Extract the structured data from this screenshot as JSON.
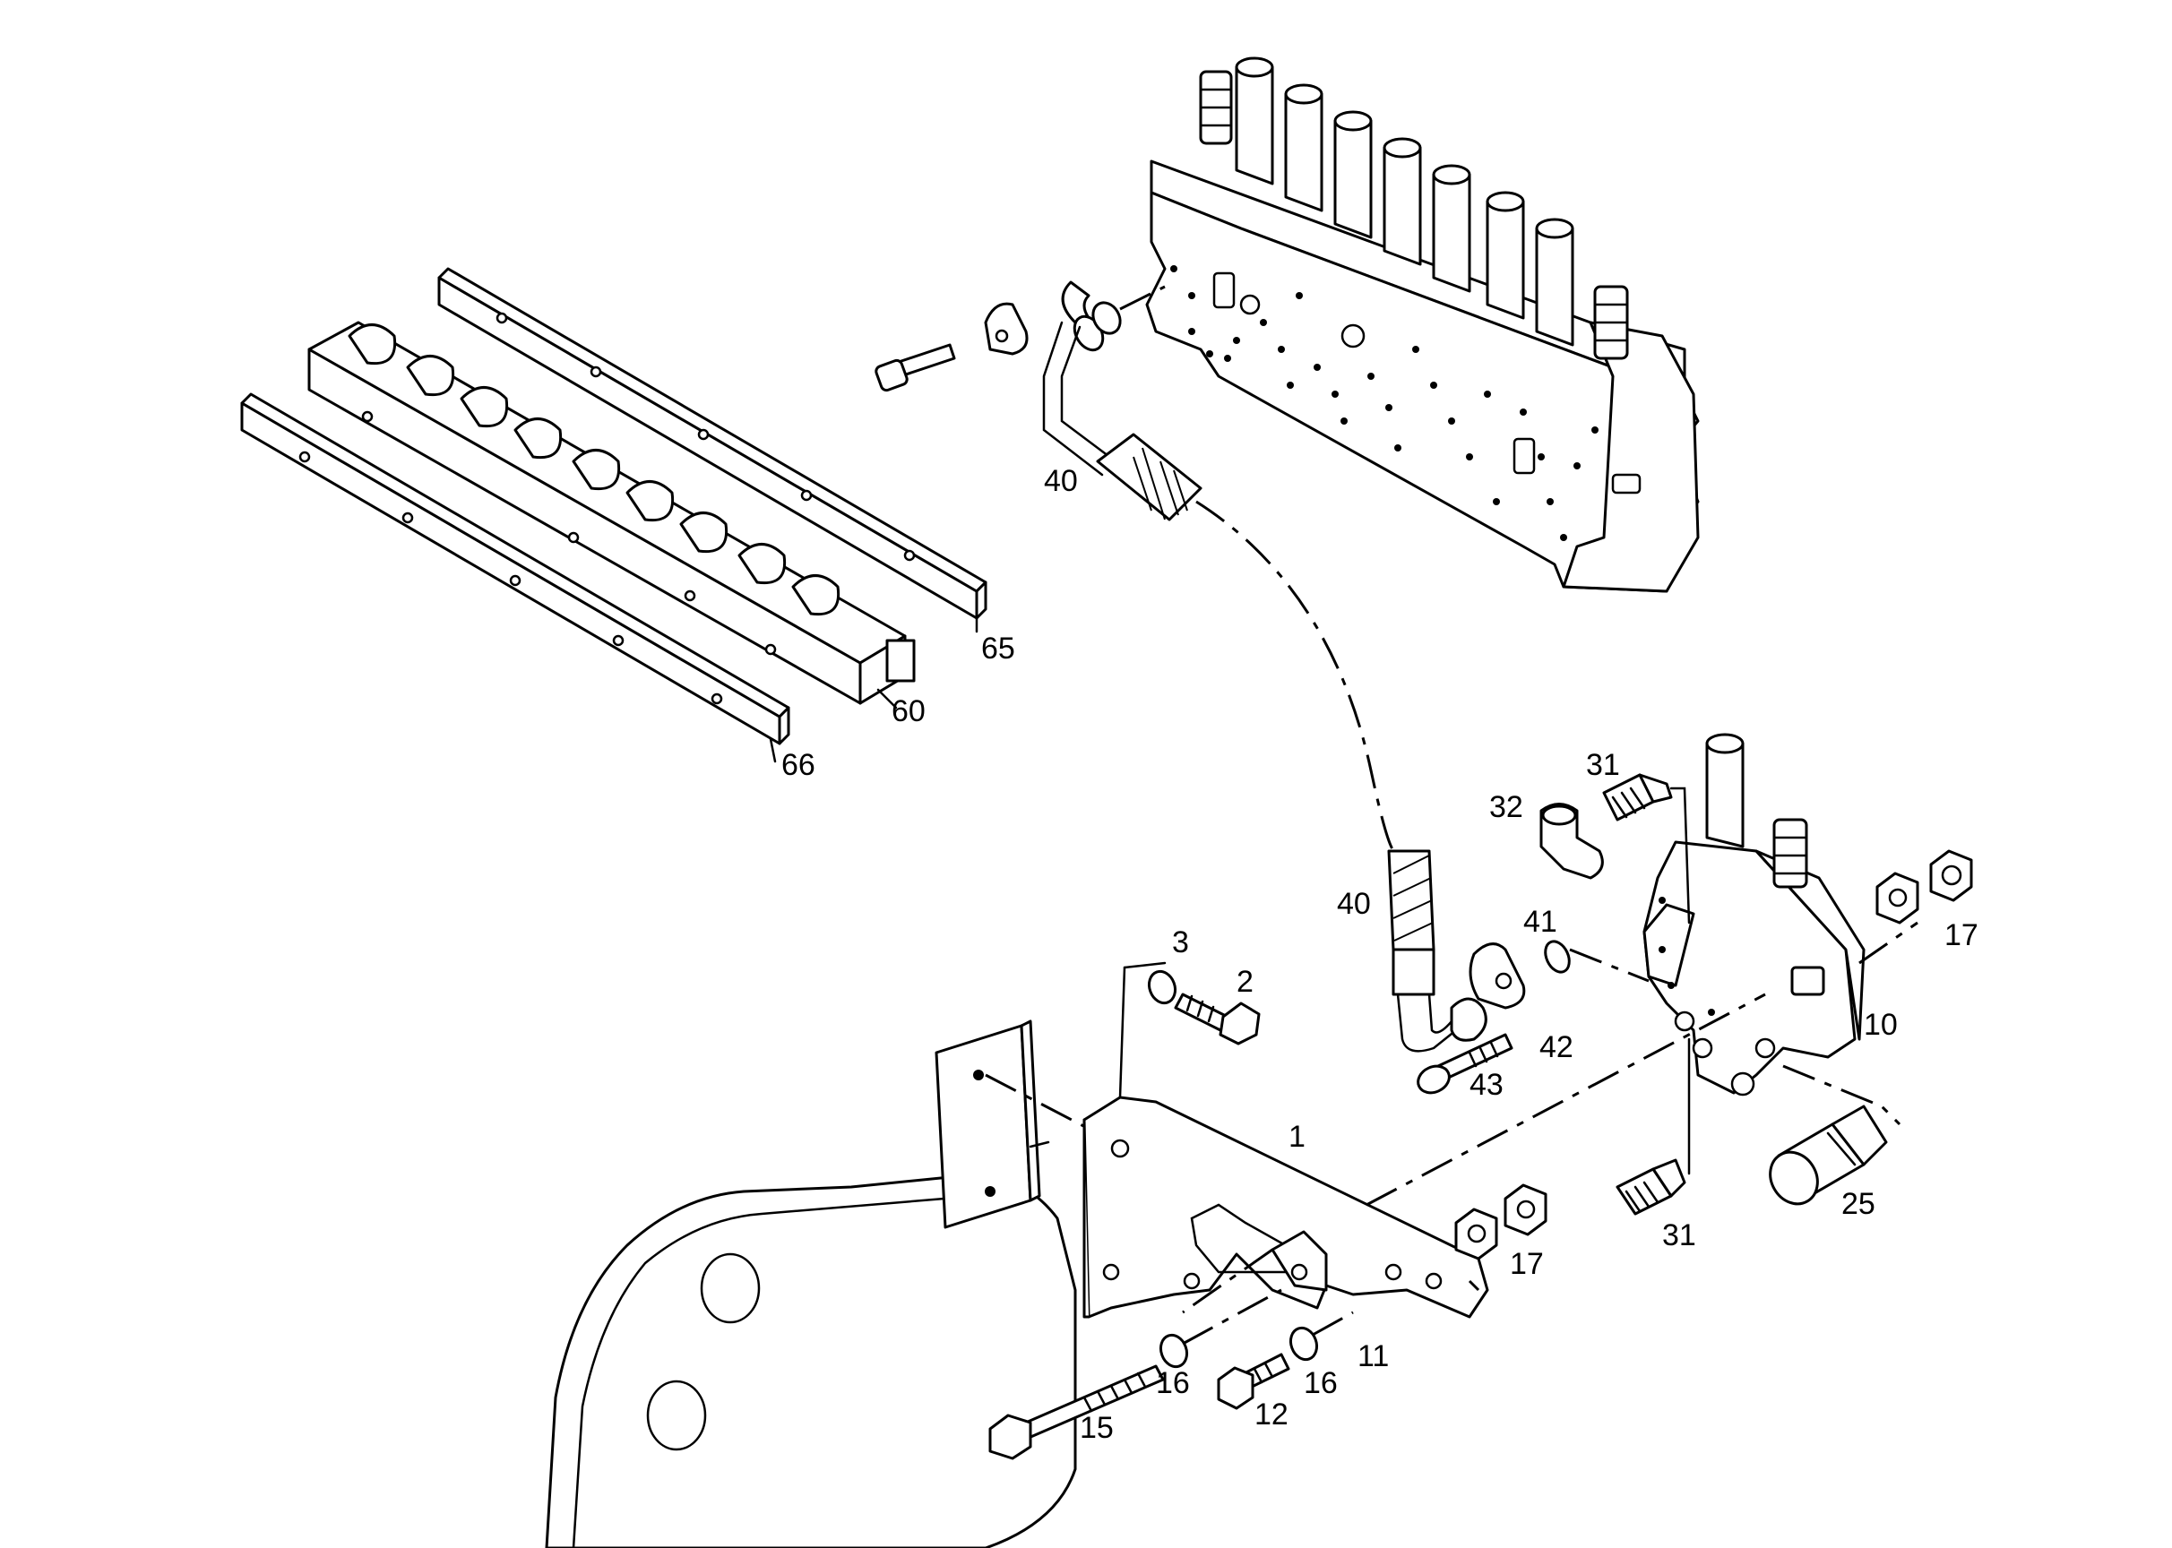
{
  "labels": {
    "l1": "1",
    "l2": "2",
    "l3": "3",
    "l10": "10",
    "l11": "11",
    "l12": "12",
    "l15": "15",
    "l16a": "16",
    "l16b": "16",
    "l17a": "17",
    "l17b": "17",
    "l25": "25",
    "l31a": "31",
    "l31b": "31",
    "l32": "32",
    "l40a": "40",
    "l40b": "40",
    "l41": "41",
    "l42": "42",
    "l43": "43",
    "l60": "60",
    "l65": "65",
    "l66": "66"
  },
  "colors": {
    "ink": "#000000",
    "paper": "#ffffff"
  }
}
